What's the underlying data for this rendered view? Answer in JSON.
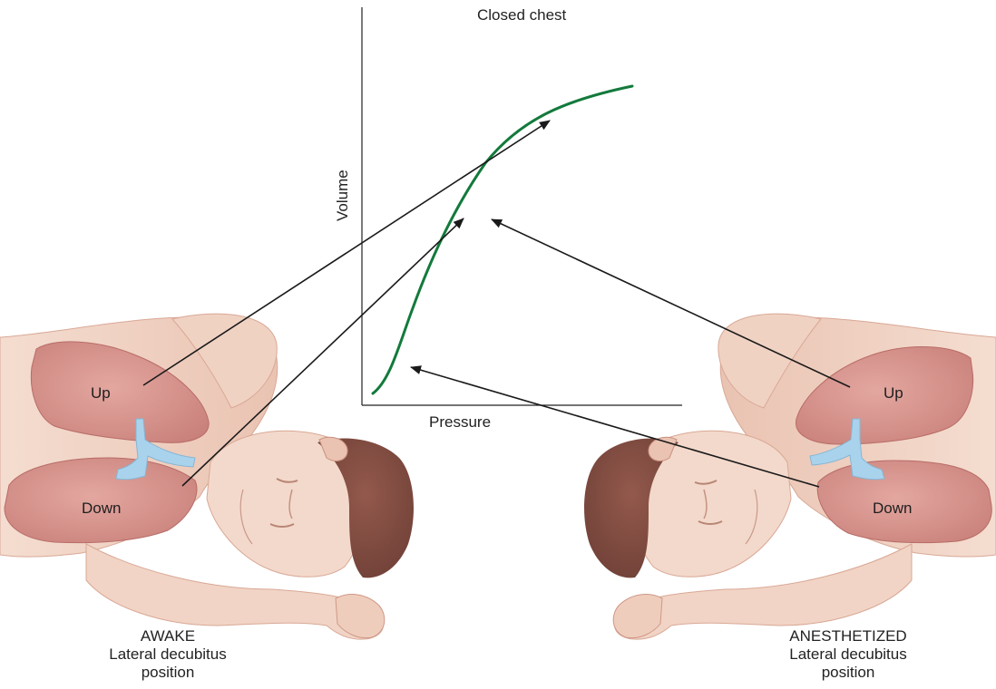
{
  "chart": {
    "title": "Closed chest",
    "x_axis_label": "Pressure",
    "y_axis_label": "Volume",
    "curve_color": "#137a3c"
  },
  "awake": {
    "up_label": "Up",
    "down_label": "Down",
    "caption_line1": "AWAKE",
    "caption_line2": "Lateral decubitus",
    "caption_line3": "position"
  },
  "anesthetized": {
    "up_label": "Up",
    "down_label": "Down",
    "caption_line1": "ANESTHETIZED",
    "caption_line2": "Lateral decubitus",
    "caption_line3": "position"
  },
  "colors": {
    "skin": "#f1d3c3",
    "lung": "#d9958f",
    "bronchus": "#a9d3ec",
    "hair": "#7f4c41",
    "arrow": "#1a1a1a"
  }
}
